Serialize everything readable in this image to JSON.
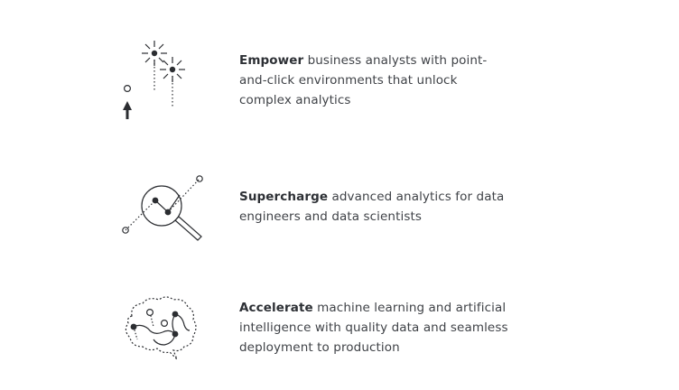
{
  "features": [
    {
      "icon": "fireworks-cursor-icon",
      "lead": "Empower",
      "rest": " business analysts with point-and-click environments that unlock complex analytics"
    },
    {
      "icon": "magnifier-chart-icon",
      "lead": "Supercharge",
      "rest": " advanced analytics for data engineers and data scientists"
    },
    {
      "icon": "brain-network-icon",
      "lead": "Accelerate",
      "rest": " machine learning and artificial intelligence with quality data and seamless deployment to production"
    }
  ],
  "colors": {
    "text": "#3f4247",
    "icon_stroke": "#2b2d31"
  }
}
